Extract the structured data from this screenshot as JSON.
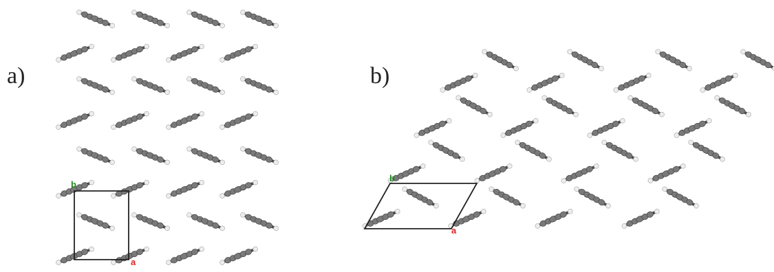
{
  "panels": {
    "a": {
      "label": "a)",
      "axis_a": "a",
      "axis_b": "b",
      "axis_a_color": "#e02020",
      "axis_b_color": "#1f8a1f"
    },
    "b": {
      "label": "b)",
      "axis_a": "a",
      "axis_b": "b",
      "axis_a_color": "#e02020",
      "axis_b_color": "#1f8a1f"
    }
  },
  "colors": {
    "carbon": "#7a7a7a",
    "carbon_dark": "#4a4a4a",
    "hydrogen": "#eeeeee",
    "hydrogen_edge": "#b5b5b5",
    "unit_cell": "#222222"
  }
}
